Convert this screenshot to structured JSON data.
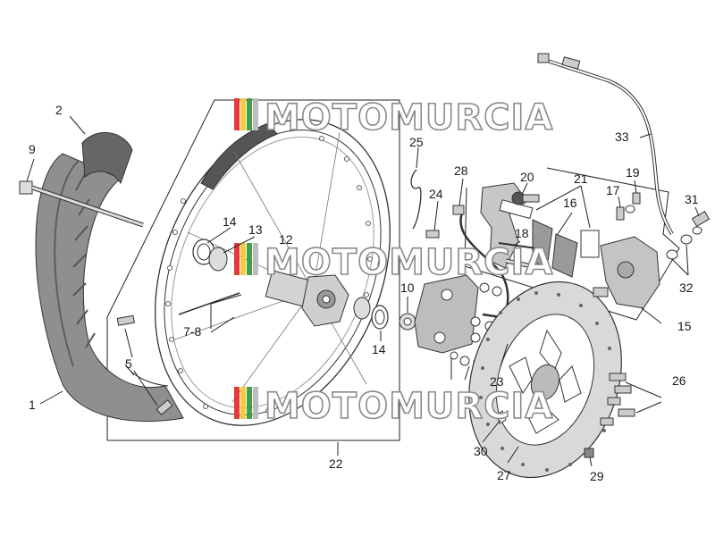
{
  "watermark": {
    "text": "MOTOMURCIA",
    "stripe_colors": [
      "#e53935",
      "#f6c945",
      "#43a047",
      "#bdbdbd"
    ]
  },
  "callouts": {
    "c1": "1",
    "c2": "2",
    "c5": "5",
    "c7_8": "7-8",
    "c9": "9",
    "c10": "10",
    "c12": "12",
    "c13": "13",
    "c14a": "14",
    "c14b": "14",
    "c15": "15",
    "c16": "16",
    "c17": "17",
    "c18": "18",
    "c19": "19",
    "c20": "20",
    "c21": "21",
    "c22": "22",
    "c23": "23",
    "c24": "24",
    "c25": "25",
    "c26": "26",
    "c27": "27",
    "c28": "28",
    "c29": "29",
    "c30": "30",
    "c31": "31",
    "c32": "32",
    "c33": "33"
  },
  "colors": {
    "tire": "#8f8f8f",
    "tire_dark": "#5e5e5e",
    "metal": "#c9c9c9",
    "line": "#333333"
  }
}
